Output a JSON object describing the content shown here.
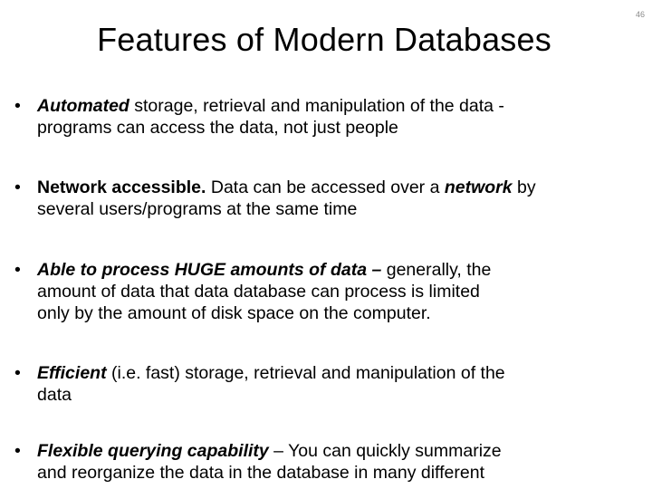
{
  "slide": {
    "title": "Features of Modern Databases",
    "number": "46"
  },
  "bullets": [
    {
      "lines": [
        [
          {
            "t": "Automated",
            "bi": true
          },
          {
            "t": " storage, retrieval and manipulation of the data -"
          }
        ],
        [
          {
            "t": "programs can access the data, not just people"
          }
        ]
      ]
    },
    {
      "lines": [
        [
          {
            "t": "Network accessible.",
            "b": true
          },
          {
            "t": " Data can be accessed over a "
          },
          {
            "t": "network",
            "bi": true
          },
          {
            "t": " by"
          }
        ],
        [
          {
            "t": "several users/programs at the same time"
          }
        ]
      ]
    },
    {
      "lines": [
        [
          {
            "t": "Able to process HUGE amounts of data –",
            "bi": true
          },
          {
            "t": " generally, the"
          }
        ],
        [
          {
            "t": "amount of data that data database can process is limited"
          }
        ],
        [
          {
            "t": "only by the amount of disk space on the computer."
          }
        ]
      ]
    },
    {
      "lines": [
        [
          {
            "t": "Efficient",
            "bi": true
          },
          {
            "t": " (i.e. fast) storage, retrieval and manipulation of the"
          }
        ],
        [
          {
            "t": "data"
          }
        ]
      ]
    },
    {
      "lines": [
        [
          {
            "t": "Flexible querying capability",
            "bi": true
          },
          {
            "t": " – You can quickly summarize"
          }
        ],
        [
          {
            "t": "and reorganize the data in the database in many different"
          }
        ]
      ]
    }
  ]
}
